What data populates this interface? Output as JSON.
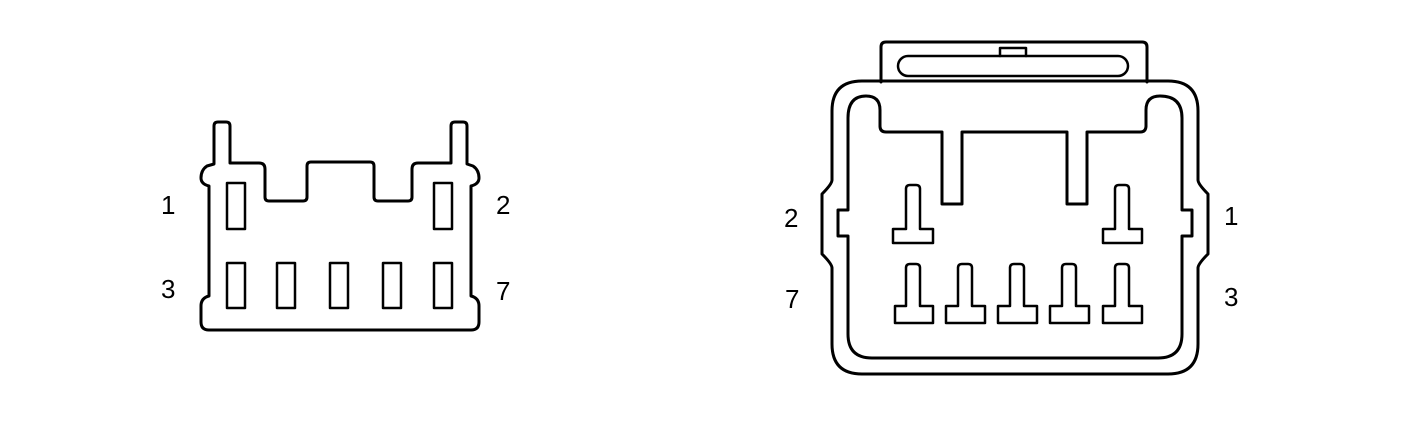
{
  "left_connector": {
    "labels": {
      "top_left": "1",
      "top_right": "2",
      "bottom_left": "3",
      "bottom_right": "7"
    }
  },
  "right_connector": {
    "labels": {
      "top_left": "2",
      "top_right": "1",
      "bottom_left": "7",
      "bottom_right": "3"
    }
  }
}
